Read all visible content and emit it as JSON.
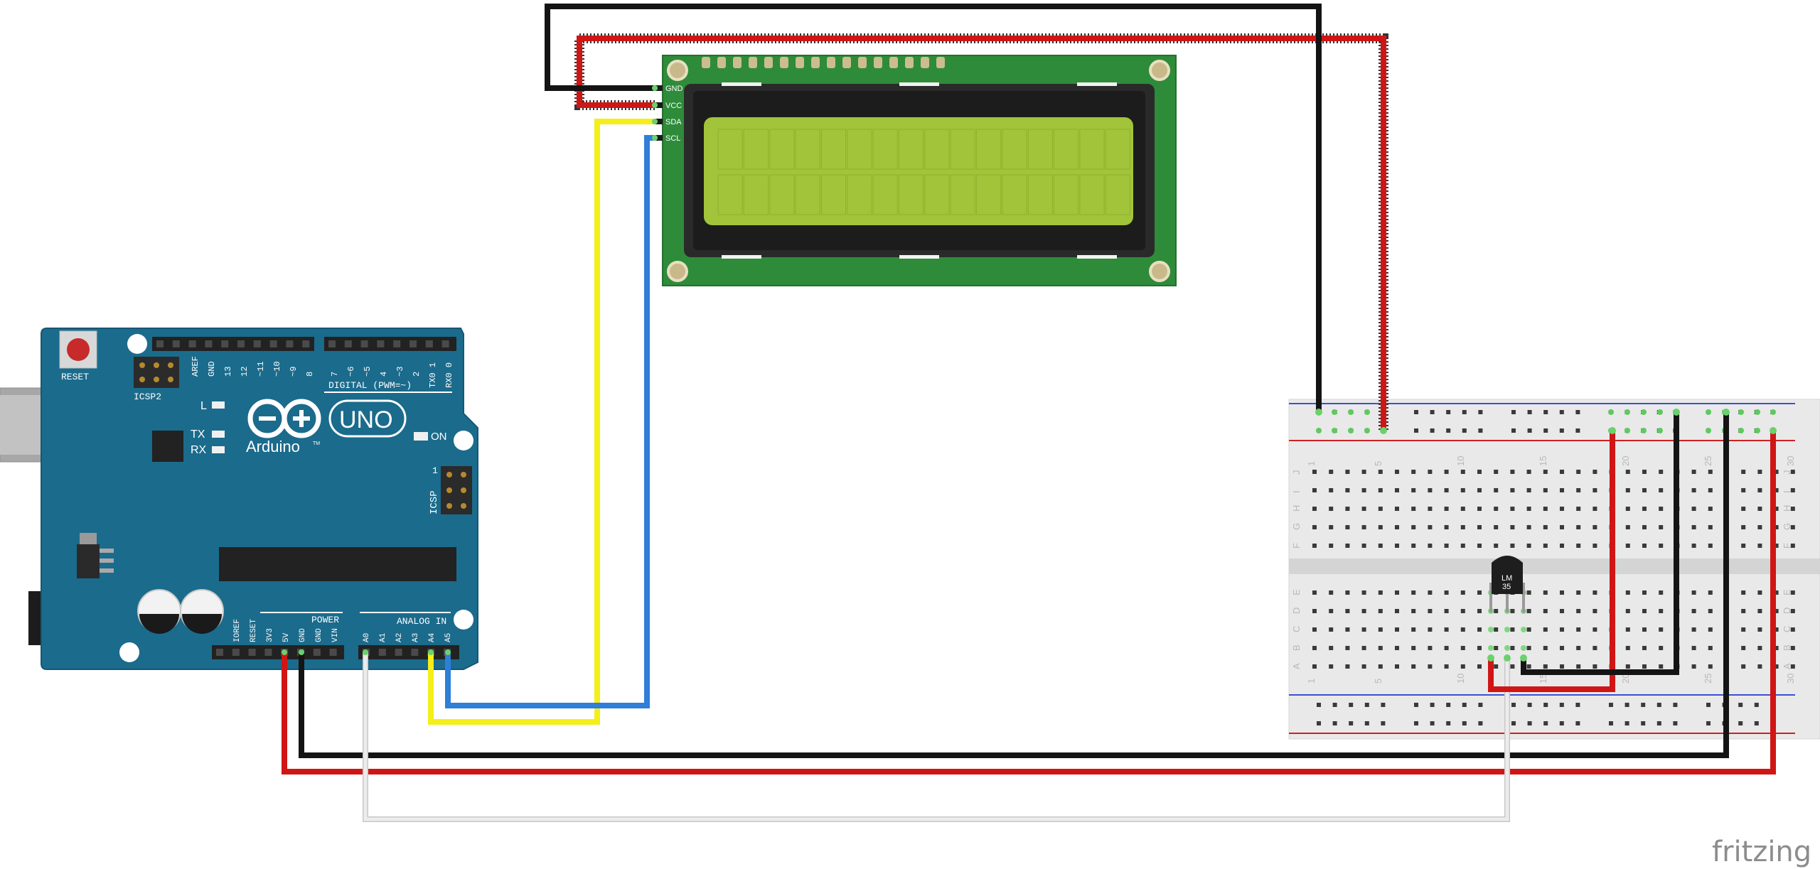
{
  "arduino": {
    "reset_label": "RESET",
    "icsp2_label": "ICSP2",
    "icsp_label": "ICSP",
    "icsp_pin1": "1",
    "l_label": "L",
    "tx_label": "TX",
    "rx_label": "RX",
    "on_label": "ON",
    "brand": "Arduino",
    "trademark": "TM",
    "model": "UNO",
    "digital_label": "DIGITAL (PWM=~)",
    "power_label": "POWER",
    "analog_label": "ANALOG IN",
    "digital_pins": [
      "AREF",
      "GND",
      "13",
      "12",
      "~11",
      "~10",
      "~9",
      "8",
      "7",
      "~6",
      "~5",
      "4",
      "~3",
      "2",
      "TX0 1",
      "RX0 0"
    ],
    "power_pins": [
      "IOREF",
      "RESET",
      "3V3",
      "5V",
      "GND",
      "GND",
      "VIN"
    ],
    "analog_pins": [
      "A0",
      "A1",
      "A2",
      "A3",
      "A4",
      "A5"
    ]
  },
  "lcd": {
    "pins": [
      "GND",
      "VCC",
      "SDA",
      "SCL"
    ]
  },
  "breadboard": {
    "top_numbers": [
      "1",
      "5",
      "10",
      "15",
      "20",
      "25",
      "30"
    ],
    "bottom_numbers": [
      "1",
      "5",
      "10",
      "15",
      "20",
      "25",
      "30"
    ],
    "row_letters_top": [
      "J",
      "I",
      "H",
      "G",
      "F"
    ],
    "row_letters_bottom": [
      "E",
      "D",
      "C",
      "B",
      "A"
    ]
  },
  "sensor": {
    "label_line1": "LM",
    "label_line2": "35"
  },
  "colors": {
    "arduino_blue": "#1b6b8c",
    "lcd_pcb": "#2e8b3a",
    "lcd_screen": "#a2c43a",
    "wire_red": "#d01515",
    "wire_black": "#141414",
    "wire_yellow": "#f4ee1a",
    "wire_blue": "#2f7ed8",
    "wire_white": "#e6e6e6"
  },
  "watermark": "fritzing"
}
